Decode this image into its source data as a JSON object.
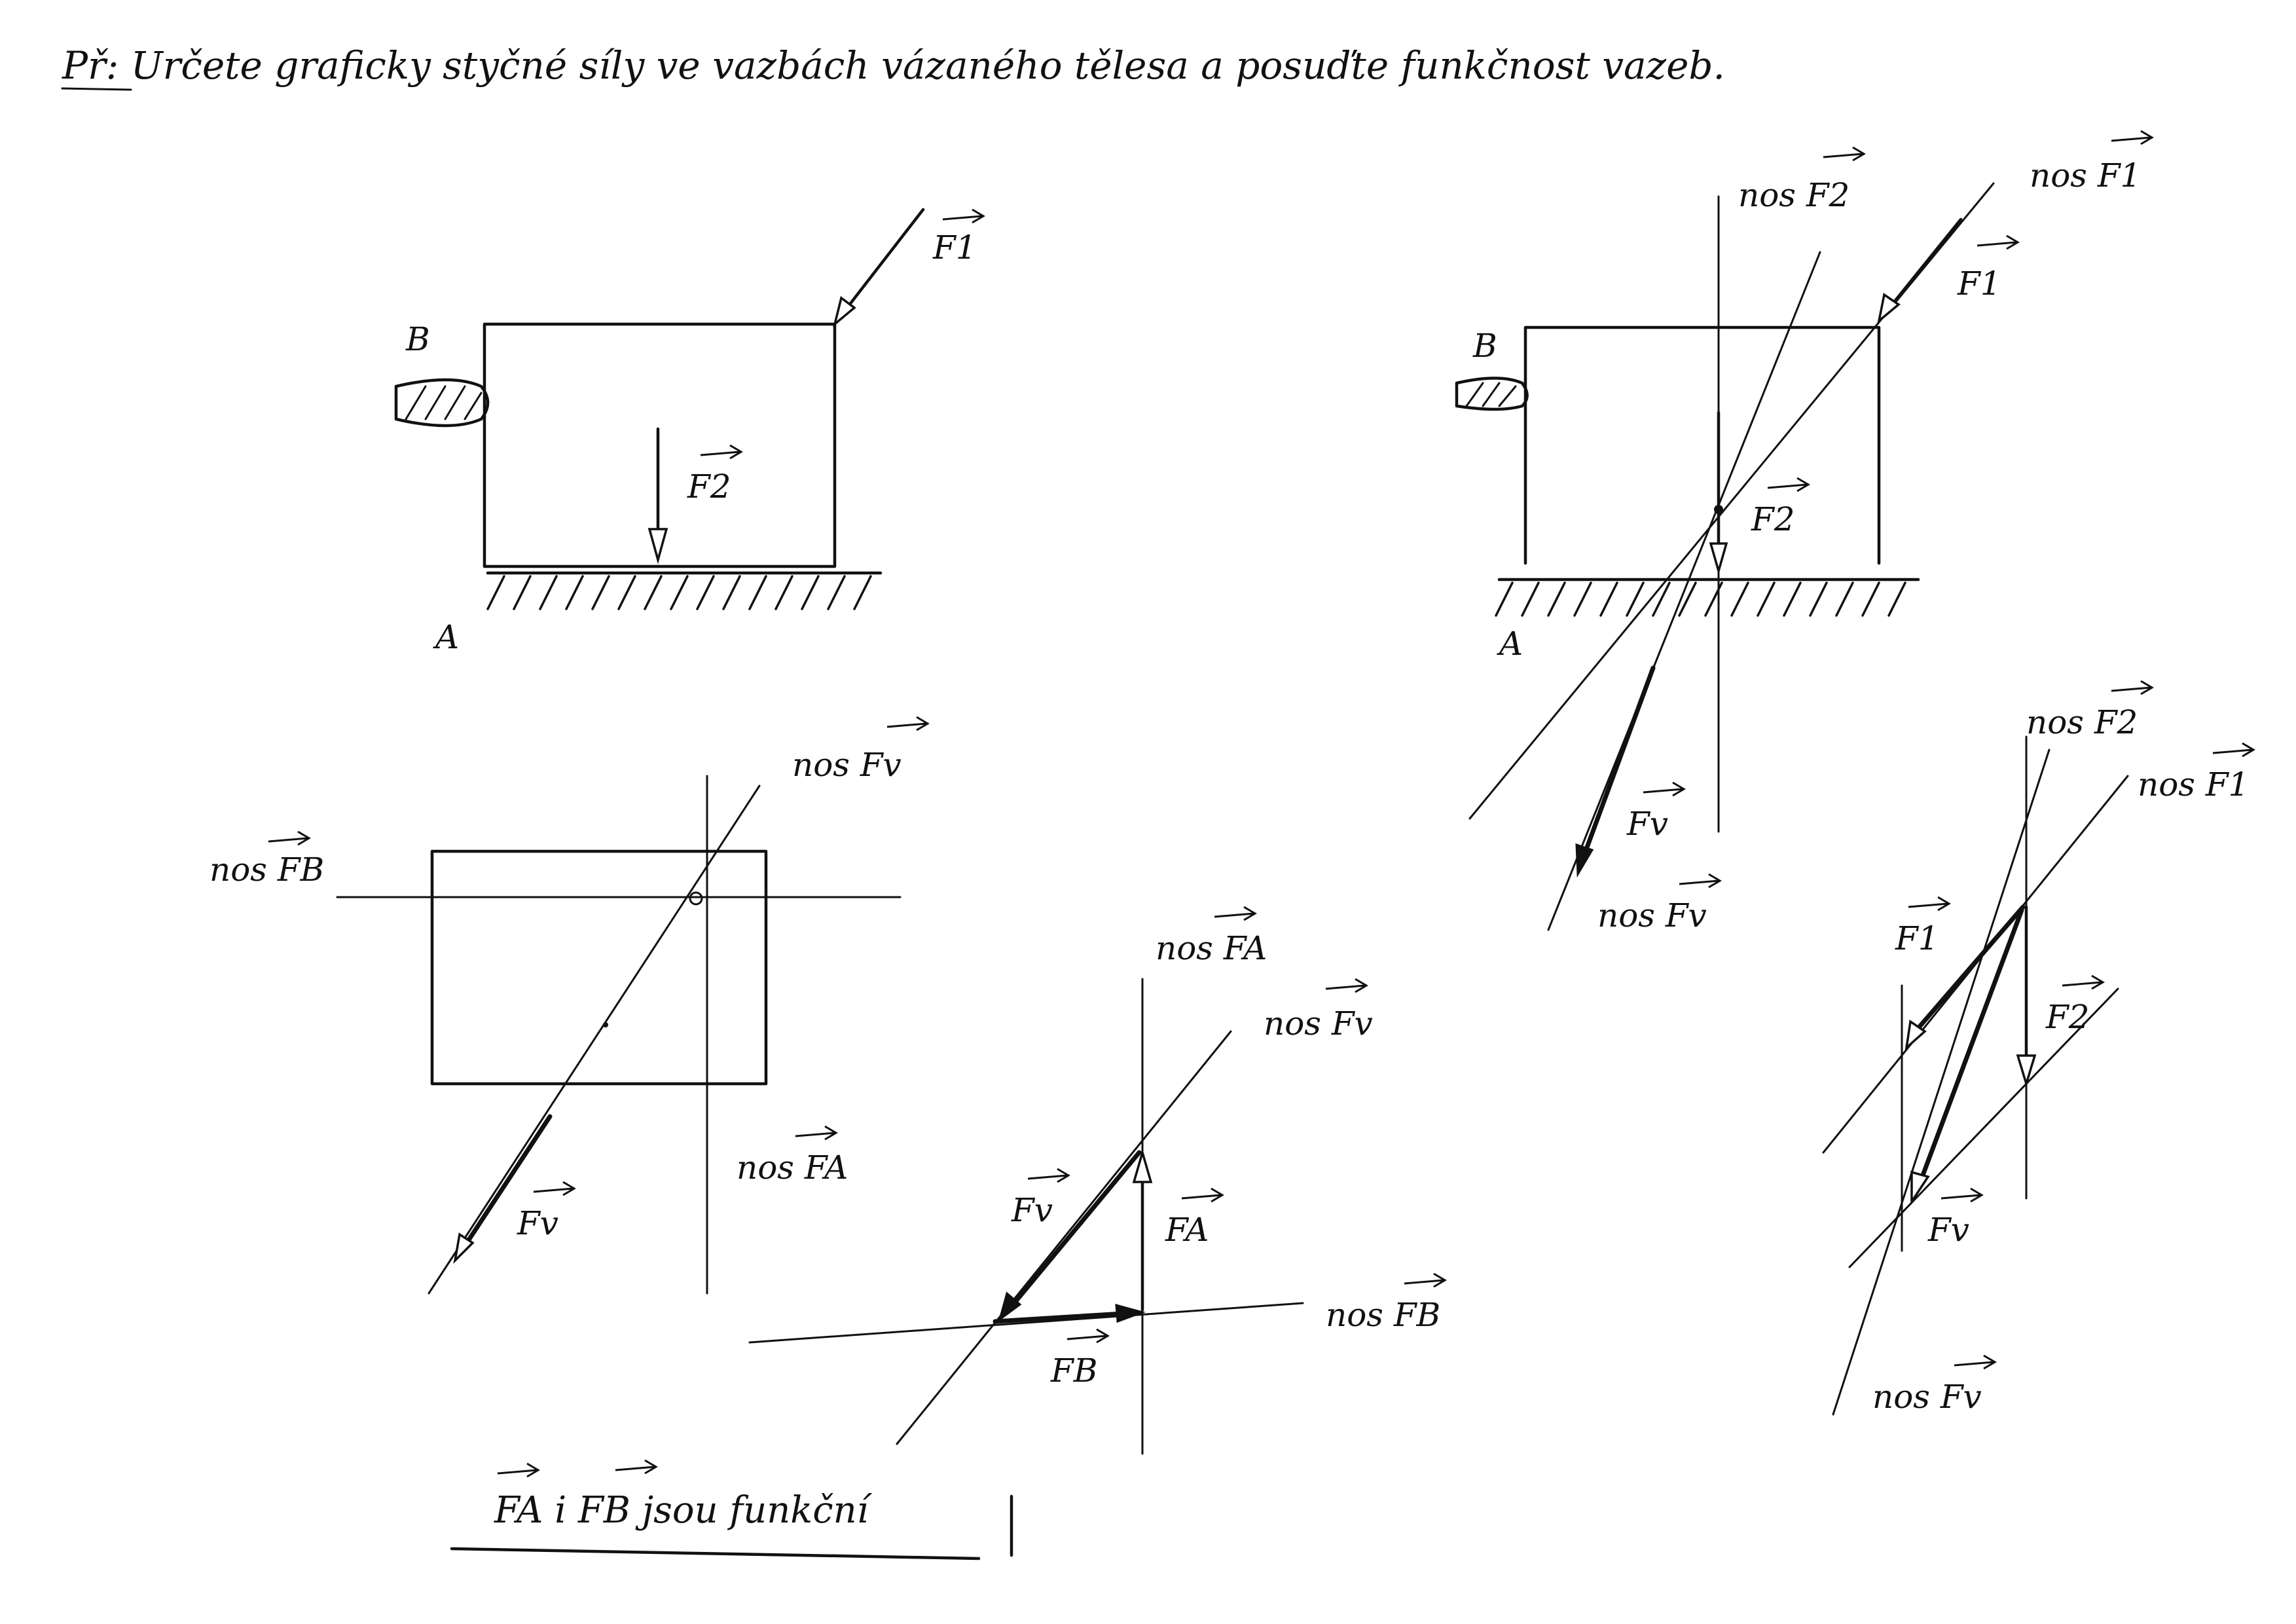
{
  "title": "Př: Určete graficky styčné síly ve vazbách vázaného tělesa a posuďte funkčnost vazeb.",
  "fig1": {
    "point_A": "A",
    "point_B": "B",
    "force_1": "F1",
    "force_2": "F2"
  },
  "fig2": {
    "point_A": "A",
    "point_B": "B",
    "force_1": "F1",
    "force_2": "F2",
    "force_v": "Fv",
    "line_F1": "nos F1",
    "line_F2": "nos F2",
    "line_Fv": "nos Fv"
  },
  "fig3": {
    "line_Fv": "nos Fv",
    "line_FB": "nos FB",
    "line_FA": "nos FA",
    "force_v": "Fv"
  },
  "fig4": {
    "line_FA": "nos FA",
    "line_Fv": "nos Fv",
    "line_FB": "nos FB",
    "force_v": "Fv",
    "force_A": "FA",
    "force_B": "FB"
  },
  "fig5": {
    "line_F2": "nos F2",
    "line_F1": "nos F1",
    "line_Fv": "nos Fv",
    "force_1": "F1",
    "force_2": "F2",
    "force_v": "Fv"
  },
  "conclusion": "FA i FB jsou funkční"
}
